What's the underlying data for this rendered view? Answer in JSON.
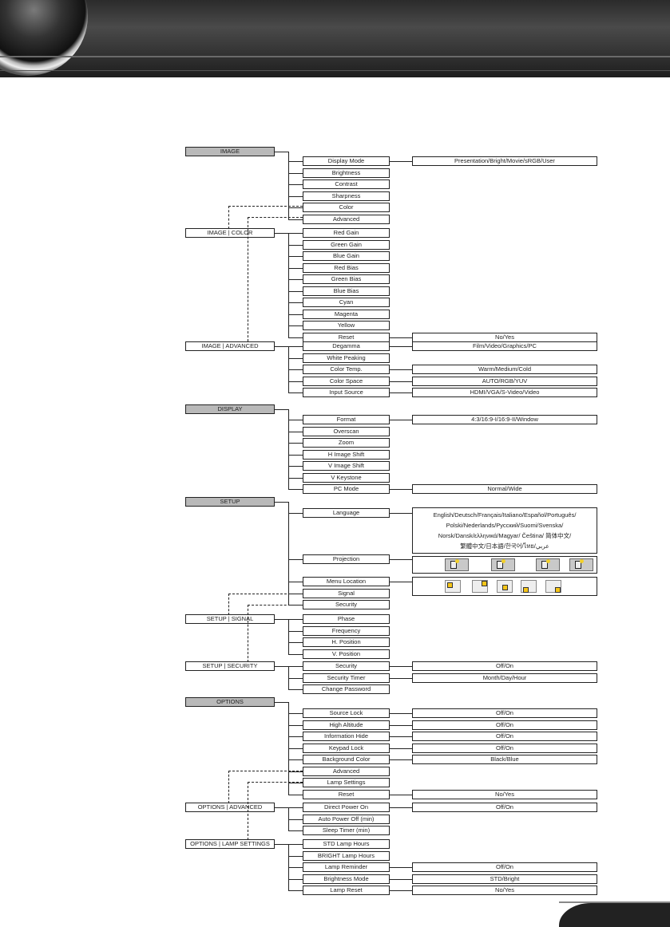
{
  "sections": [
    {
      "title": "IMAGE",
      "items": [
        "Display Mode",
        "Brightness",
        "Contrast",
        "Sharpness",
        "Color",
        "Advanced"
      ],
      "values": {
        "0": "Presentation/Bright/Movie/sRGB/User"
      }
    },
    {
      "title": "IMAGE | COLOR",
      "items": [
        "Red Gain",
        "Green Gain",
        "Blue Gain",
        "Red Bias",
        "Green Bias",
        "Blue Bias",
        "Cyan",
        "Magenta",
        "Yellow",
        "Reset"
      ],
      "values": {
        "9": "No/Yes"
      }
    },
    {
      "title": "IMAGE | ADVANCED",
      "items": [
        "Degamma",
        "White Peaking",
        "Color Temp.",
        "Color Space",
        "Input Source"
      ],
      "values": {
        "0": "Film/Video/Graphics/PC",
        "2": "Warm/Medium/Cold",
        "3": "AUTO/RGB/YUV",
        "4": "HDMI/VGA/S-Video/Video"
      }
    },
    {
      "title": "DISPLAY",
      "items": [
        "Format",
        "Overscan",
        "Zoom",
        "H Image Shift",
        "V Image Shift",
        "V Keystone",
        "PC Mode"
      ],
      "values": {
        "0": "4:3/16:9-I/16:9-II/Window",
        "6": "Normal/Wide"
      }
    },
    {
      "title": "SETUP",
      "items": [
        "Language",
        "Projection",
        "Menu Location",
        "Signal",
        "Security"
      ],
      "values": {}
    },
    {
      "title": "SETUP | SIGNAL",
      "items": [
        "Phase",
        "Frequency",
        "H. Position",
        "V. Position"
      ],
      "values": {}
    },
    {
      "title": "SETUP | SECURITY",
      "items": [
        "Security",
        "Security Timer",
        "Change Password"
      ],
      "values": {
        "0": "Off/On",
        "1": "Month/Day/Hour"
      }
    },
    {
      "title": "OPTIONS",
      "items": [
        "Source Lock",
        "High Altitude",
        "Information Hide",
        "Keypad Lock",
        "Background Color",
        "Advanced",
        "Lamp Settings",
        "Reset"
      ],
      "values": {
        "0": "Off/On",
        "1": "Off/On",
        "2": "Off/On",
        "3": "Off/On",
        "4": "Black/Blue",
        "7": "No/Yes"
      }
    },
    {
      "title": "OPTIONS | ADVANCED",
      "items": [
        "Direct Power On",
        "Auto Power Off (min)",
        "Sleep Timer (min)"
      ],
      "values": {
        "0": "Off/On"
      }
    },
    {
      "title": "OPTIONS | LAMP SETTINGS",
      "items": [
        "STD Lamp Hours",
        "BRIGHT Lamp Hours",
        "Lamp Reminder",
        "Brightness Mode",
        "Lamp Reset"
      ],
      "values": {
        "2": "Off/On",
        "3": "STD/Bright",
        "4": "No/Yes"
      }
    }
  ],
  "language_lines": [
    "English/Deutsch/Français/Italiano/Español/Português/",
    "Polski/Nederlands/Русский/Suomi/Svenska/",
    "Norsk/Dansk/ελληνικά/Magyar/ Čeština/ 简体中文/",
    "繁體中文/日本語/한국어/ไทย/عربي"
  ],
  "icons": {
    "projection": [
      "front-desktop-icon",
      "rear-desktop-icon",
      "front-ceiling-icon",
      "rear-ceiling-icon"
    ],
    "menu_location": [
      "top-left-icon",
      "top-right-icon",
      "center-icon",
      "bottom-left-icon",
      "bottom-right-icon"
    ]
  }
}
